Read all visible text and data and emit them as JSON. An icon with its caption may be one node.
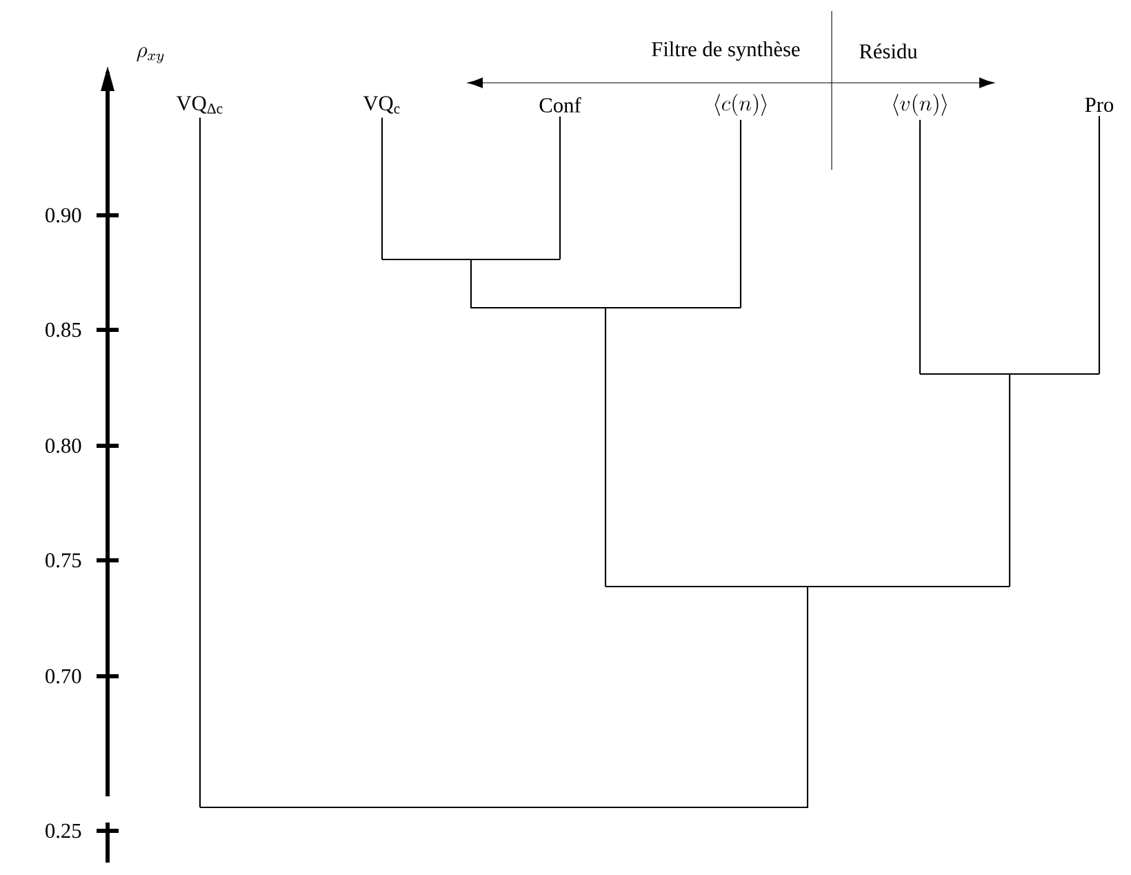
{
  "diagram": {
    "nodes": [
      {
        "text": [
          "VQ$_{Δc}$"
        ]
      },
      {
        "text": [
          "VQ$_{c}$"
        ]
      },
      {
        "text": [
          "Conf"
        ]
      },
      {
        "text": [
          "\\langle c(n)\\rangle"
        ]
      },
      {
        "text": [
          "\\langle v(n)\\rangle"
        ]
      },
      {
        "text": [
          "Pro"
        ]
      },
      {
        "text": [],
        "shape": "bar"
      },
      {
        "text": [],
        "shape": "bar"
      },
      {
        "text": [],
        "shape": "bar"
      },
      {
        "text": [],
        "shape": "bar"
      },
      {
        "text": [],
        "shape": "bar"
      }
    ],
    "edges": [
      {
        "from": 1,
        "to": 6,
        "arrow": "none"
      },
      {
        "from": 2,
        "to": 6,
        "arrow": "none"
      },
      {
        "from": 6,
        "to": 7,
        "arrow": "none"
      },
      {
        "from": 3,
        "to": 7,
        "arrow": "none"
      },
      {
        "from": 4,
        "to": 8,
        "arrow": "none"
      },
      {
        "from": 5,
        "to": 8,
        "arrow": "none"
      },
      {
        "from": 7,
        "to": 9,
        "arrow": "none"
      },
      {
        "from": 8,
        "to": 9,
        "arrow": "none"
      },
      {
        "from": 0,
        "to": 10,
        "arrow": "none"
      },
      {
        "from": 9,
        "to": 10,
        "arrow": "none"
      }
    ],
    "labels": [
      "\\rho_{xy}",
      "Filtre de synthèse",
      "Résidu",
      "0.90",
      "0.85",
      "0.80",
      "0.75",
      "0.70",
      "0.25"
    ]
  }
}
